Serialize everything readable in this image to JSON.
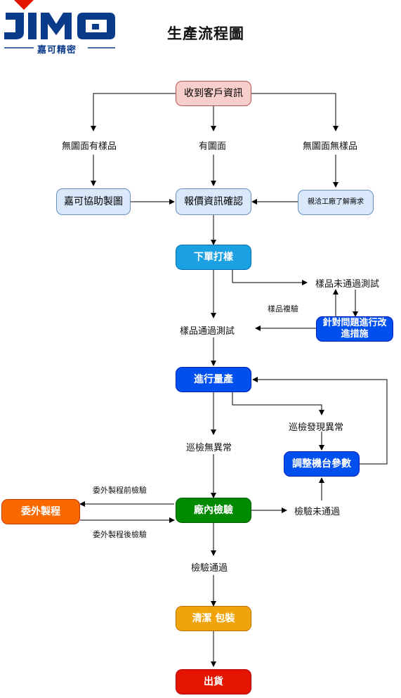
{
  "title": "生產流程圖",
  "logo": {
    "brand": "JIMO",
    "subtitle": "嘉可精密"
  },
  "nodes": {
    "receive_info": "收到客戶資訊",
    "jiake_assist": "嘉可協助製圖",
    "quote_confirm": "報價資訊確認",
    "consult_factory": "親洽工廠了解需求",
    "order_sample": "下單打樣",
    "improve_measures": "針對問題進行改進措施",
    "mass_production": "進行量產",
    "adjust_machine": "調整機台參數",
    "outsource": "委外製程",
    "factory_inspection": "廠內檢驗",
    "clean_pack": "清潔 包裝",
    "ship": "出貨"
  },
  "labels": {
    "no_drawing_has_sample": "無圖面有樣品",
    "has_drawing": "有圖面",
    "no_drawing_no_sample": "無圖面無樣品",
    "sample_fail": "樣品未通過測試",
    "sample_recheck": "樣品複驗",
    "sample_pass": "樣品通過測試",
    "patrol_found_abnormal": "巡檢發現異常",
    "patrol_no_abnormal": "巡檢無異常",
    "before_outsource_inspect": "委外製程前檢驗",
    "after_outsource_inspect": "委外製程後檢驗",
    "inspection_fail": "檢驗未通過",
    "inspection_pass": "檢驗通過"
  },
  "colors": {
    "pink_fill": "#f8cecc",
    "pink_stroke": "#b85450",
    "lightblue_fill": "#dae8fc",
    "lightblue_stroke": "#6c8ebf",
    "cyan_fill": "#1ba1e2",
    "cyan_stroke": "#006eaf",
    "blue_fill": "#0050ef",
    "blue_stroke": "#001dbc",
    "orange_fill": "#fa6800",
    "orange_stroke": "#c73500",
    "green_fill": "#008a00",
    "green_stroke": "#005700",
    "amber_fill": "#f0a30a",
    "amber_stroke": "#bd7000",
    "red_fill": "#e51400",
    "red_stroke": "#b20000"
  }
}
